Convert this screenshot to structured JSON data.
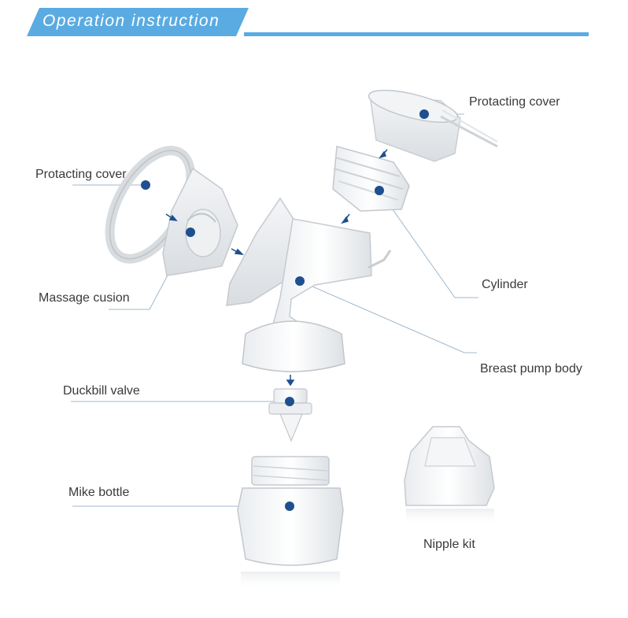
{
  "header": {
    "title": "Operation instruction"
  },
  "colors": {
    "accent": "#5aabe2",
    "marker": "#1e4f8f",
    "leader": "#9fb8cc",
    "label": "#3a3a3a"
  },
  "labels": {
    "protecting_cover_top": "Protacting cover",
    "protecting_cover_left": "Protacting cover",
    "massage_cushion": "Massage cusion",
    "cylinder": "Cylinder",
    "breast_pump_body": "Breast pump body",
    "duckbill_valve": "Duckbill valve",
    "milk_bottle": "Mike bottle",
    "nipple_kit": "Nipple kit"
  }
}
